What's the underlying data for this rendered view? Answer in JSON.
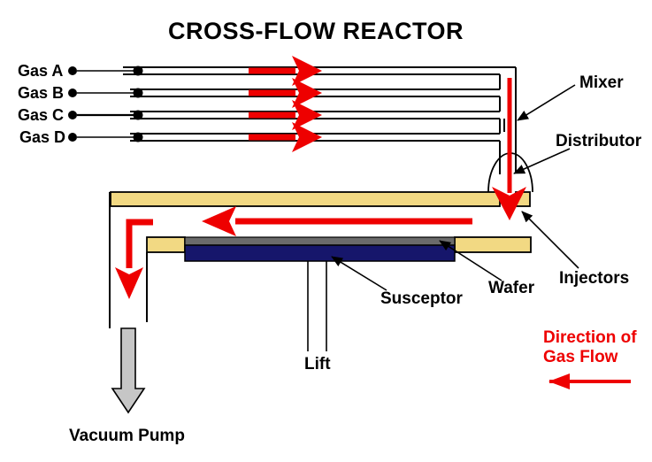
{
  "title": "CROSS-FLOW REACTOR",
  "gas_inlets": [
    {
      "label": "Gas A"
    },
    {
      "label": "Gas B"
    },
    {
      "label": "Gas C"
    },
    {
      "label": "Gas D"
    }
  ],
  "components": {
    "mixer": "Mixer",
    "distributor": "Distributor",
    "injectors": "Injectors",
    "wafer": "Wafer",
    "susceptor": "Susceptor",
    "lift": "Lift",
    "vacuum_pump": "Vacuum Pump"
  },
  "flow_legend": {
    "line1": "Direction of",
    "line2": "Gas Flow"
  },
  "colors": {
    "flow_red": "#EE0000",
    "plate_tan": "#F2D983",
    "susceptor_navy": "#16166B",
    "wafer_gray": "#6B6B6B",
    "pump_gray": "#C6C6C6",
    "line_black": "#000000"
  }
}
